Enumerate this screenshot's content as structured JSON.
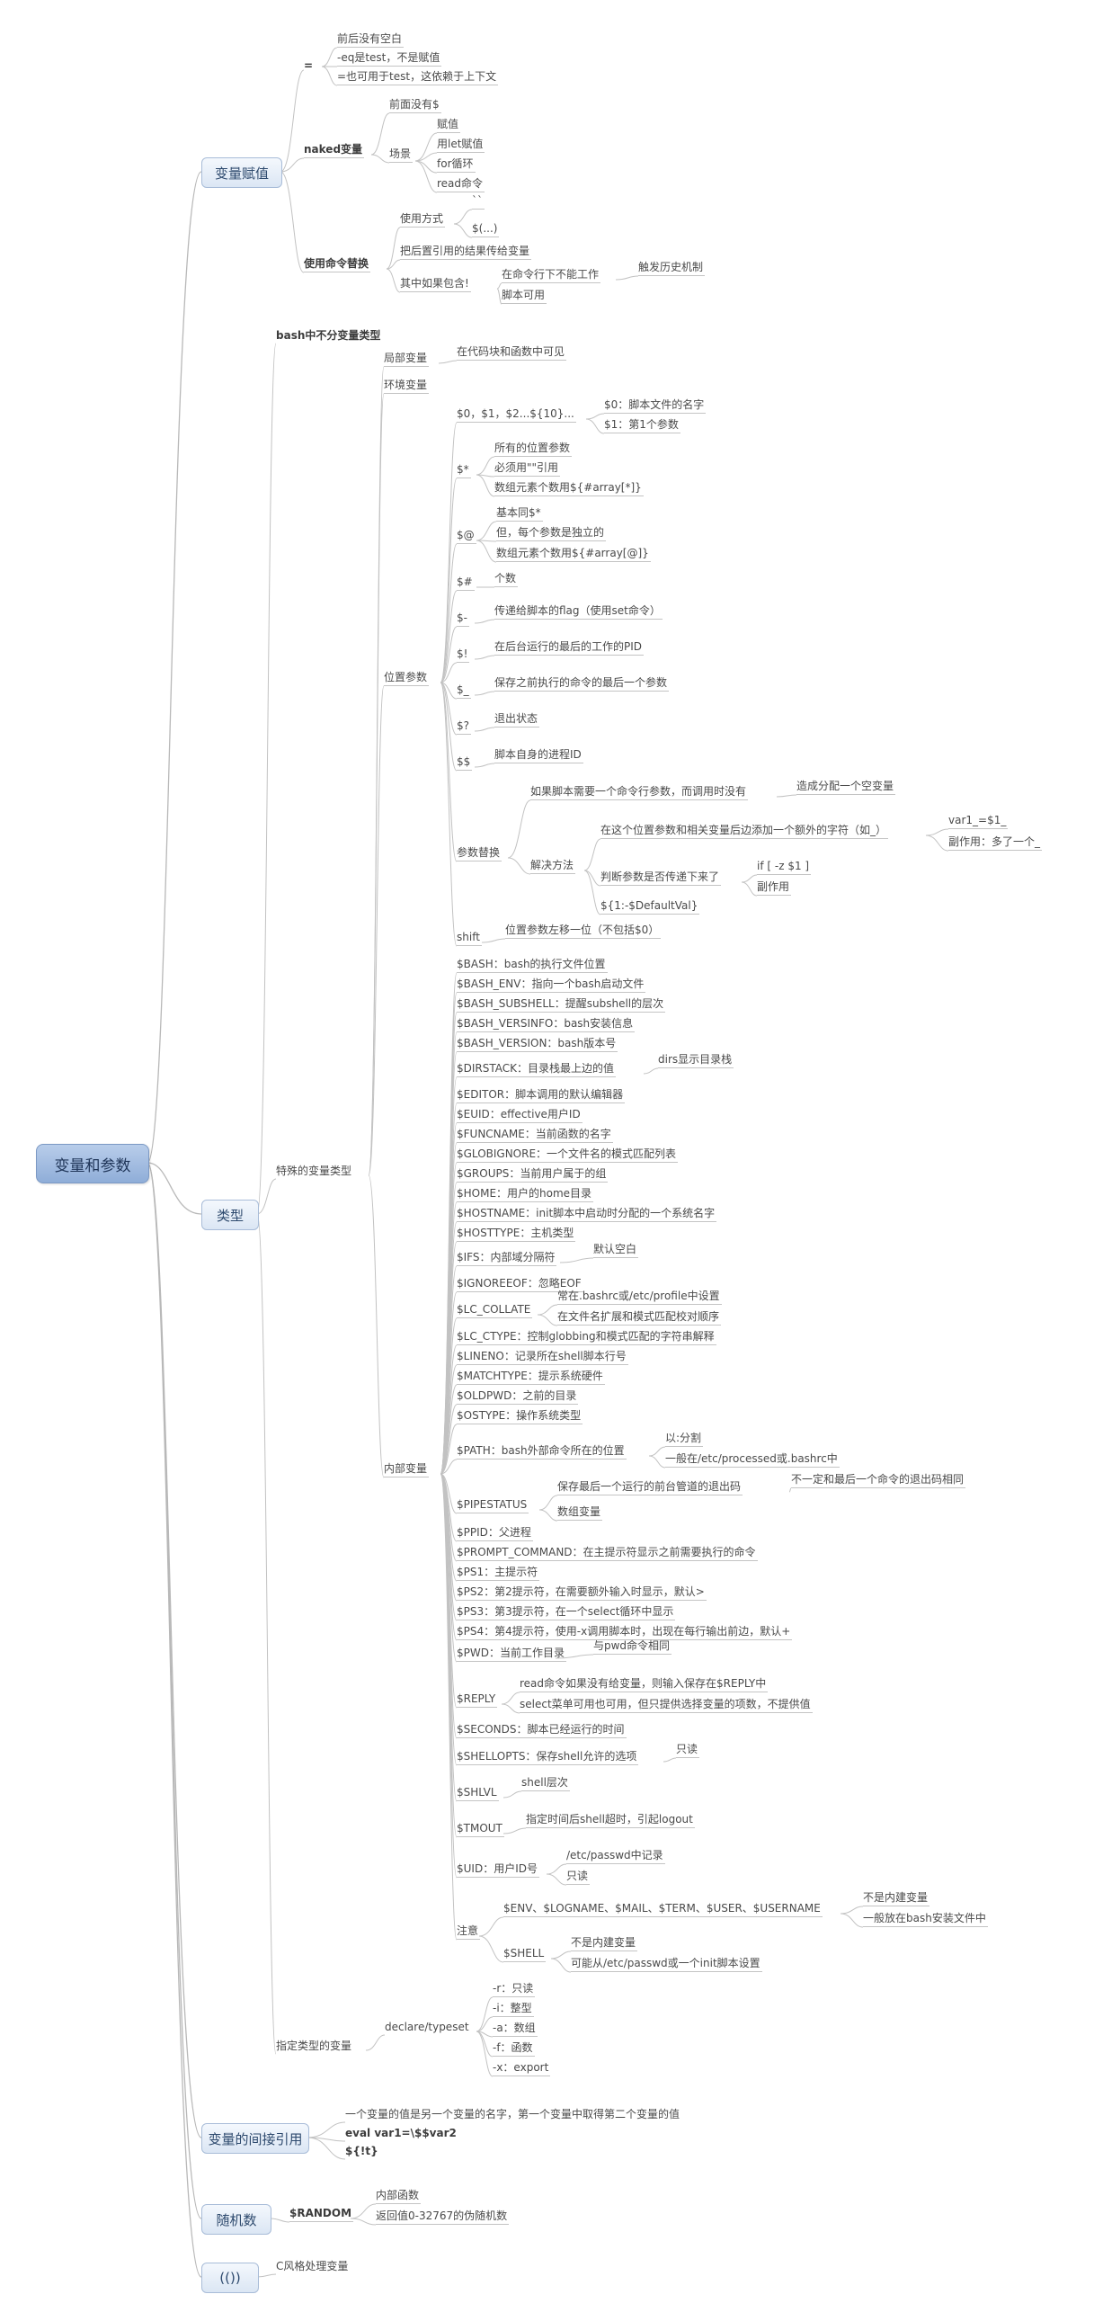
{
  "root": "变量和参数",
  "assign": {
    "label": "变量赋值",
    "eq": {
      "label": "=",
      "items": [
        "前后没有空白",
        "-eq是test，不是赋值",
        "=也可用于test，这依赖于上下文"
      ]
    },
    "naked": {
      "label": "naked变量",
      "no_dollar": "前面没有$",
      "scene": "场景",
      "scene_items": [
        "赋值",
        "用let赋值",
        "for循环",
        "read命令"
      ]
    },
    "cmdsub": {
      "label": "使用命令替换",
      "usage": "使用方式",
      "usage_items": [
        "``",
        "$(...)"
      ],
      "assign_result": "把后置引用的结果传给变量",
      "contains": "其中如果包含!",
      "cmdline": "在命令行下不能工作",
      "history": "触发历史机制",
      "script": "脚本可用"
    }
  },
  "types": {
    "label": "类型",
    "untyped": "bash中不分变量类型",
    "special": "特殊的变量类型",
    "local": {
      "label": "局部变量",
      "desc": "在代码块和函数中可见"
    },
    "env": "环境变量",
    "positional": {
      "label": "位置参数",
      "p0": {
        "label": "$0，$1，$2...${10}...",
        "items": [
          "$0：脚本文件的名字",
          "$1：第1个参数"
        ]
      },
      "star": {
        "label": "$*",
        "items": [
          "所有的位置参数",
          "必须用\"\"引用",
          "数组元素个数用${#array[*]}"
        ]
      },
      "at": {
        "label": "$@",
        "items": [
          "基本同$*",
          "但，每个参数是独立的",
          "数组元素个数用${#array[@]}"
        ]
      },
      "hash": {
        "label": "$#",
        "desc": "个数"
      },
      "dash": {
        "label": "$-",
        "desc": "传递给脚本的flag（使用set命令）"
      },
      "bang": {
        "label": "$!",
        "desc": "在后台运行的最后的工作的PID"
      },
      "underscore": {
        "label": "$_",
        "desc": "保存之前执行的命令的最后一个参数"
      },
      "question": {
        "label": "$?",
        "desc": "退出状态"
      },
      "dollar": {
        "label": "$$",
        "desc": "脚本自身的进程ID"
      },
      "subst": {
        "label": "参数替换",
        "missing": "如果脚本需要一个命令行参数，而调用时没有",
        "missing_result": "造成分配一个空变量",
        "solution": "解决方法",
        "sol1": "在这个位置参数和相关变量后边添加一个额外的字符（如_）",
        "sol1_items": [
          "var1_=$1_",
          "副作用：多了一个_"
        ],
        "sol2": "判断参数是否传递下来了",
        "sol2_items": [
          "if [ -z $1 ]",
          "副作用"
        ],
        "sol3": "${1:-$DefaultVal}"
      },
      "shift": {
        "label": "shift",
        "desc": "位置参数左移一位（不包括$0）"
      }
    },
    "internal": {
      "label": "内部变量",
      "items": [
        "$BASH：bash的执行文件位置",
        "$BASH_ENV：指向一个bash启动文件",
        "$BASH_SUBSHELL：提醒subshell的层次",
        "$BASH_VERSINFO：bash安装信息",
        "$BASH_VERSION：bash版本号",
        "$DIRSTACK：目录栈最上边的值",
        "$EDITOR：脚本调用的默认编辑器",
        "$EUID：effective用户ID",
        "$FUNCNAME：当前函数的名字",
        "$GLOBIGNORE：一个文件名的模式匹配列表",
        "$GROUPS：当前用户属于的组",
        "$HOME：用户的home目录",
        "$HOSTNAME：init脚本中启动时分配的一个系统名字",
        "$HOSTTYPE：主机类型",
        "$IFS：内部域分隔符",
        "$IGNOREEOF：忽略EOF",
        "$LC_COLLATE",
        "$LC_CTYPE：控制globbing和模式匹配的字符串解释",
        "$LINENO：记录所在shell脚本行号",
        "$MATCHTYPE：提示系统硬件",
        "$OLDPWD：之前的目录",
        "$OSTYPE：操作系统类型",
        "$PATH：bash外部命令所在的位置",
        "$PIPESTATUS",
        "$PPID：父进程",
        "$PROMPT_COMMAND：在主提示符显示之前需要执行的命令",
        "$PS1：主提示符",
        "$PS2：第2提示符，在需要额外输入时显示，默认>",
        "$PS3：第3提示符，在一个select循环中显示",
        "$PS4：第4提示符，使用-x调用脚本时，出现在每行输出前边，默认+",
        "$PWD：当前工作目录",
        "$REPLY",
        "$SECONDS：脚本已经运行的时间",
        "$SHELLOPTS：保存shell允许的选项",
        "$SHLVL",
        "$TMOUT",
        "$UID：用户ID号",
        "注意"
      ],
      "dirstack_note": "dirs显示目录栈",
      "ifs_note": "默认空白",
      "lc_collate_items": [
        "常在.bashrc或/etc/profile中设置",
        "在文件名扩展和模式匹配校对顺序"
      ],
      "path_items": [
        "以:分割",
        "一般在/etc/processed或.bashrc中"
      ],
      "pipestatus_items": [
        "保存最后一个运行的前台管道的退出码",
        "数组变量"
      ],
      "pipestatus_note": "不一定和最后一个命令的退出码相同",
      "pwd_note": "与pwd命令相同",
      "reply_items": [
        "read命令如果没有给变量，则输入保存在$REPLY中",
        "select菜单可用也可用，但只提供选择变量的项数，不提供值"
      ],
      "shellopts_note": "只读",
      "shlvl_note": "shell层次",
      "tmout_note": "指定时间后shell超时，引起logout",
      "uid_items": [
        "/etc/passwd中记录",
        "只读"
      ],
      "note_env": "$ENV、$LOGNAME、$MAIL、$TERM、$USER、$USERNAME",
      "note_env_items": [
        "不是内建变量",
        "一般放在bash安装文件中"
      ],
      "note_shell": "$SHELL",
      "note_shell_items": [
        "不是内建变量",
        "可能从/etc/passwd或一个init脚本设置"
      ]
    },
    "declare": {
      "label": "指定类型的变量",
      "cmd": "declare/typeset",
      "items": [
        "-r：只读",
        "-i：整型",
        "-a：数组",
        "-f：函数",
        "-x：export"
      ]
    }
  },
  "indirect": {
    "label": "变量的间接引用",
    "items": [
      "一个变量的值是另一个变量的名字，第一个变量中取得第二个变量的值",
      "eval var1=\\$$var2",
      "${!t}"
    ]
  },
  "random": {
    "label": "随机数",
    "var": "$RANDOM",
    "items": [
      "内部函数",
      "返回值0-32767的伪随机数"
    ]
  },
  "dparen": {
    "label": "(())",
    "desc": "C风格处理变量"
  }
}
